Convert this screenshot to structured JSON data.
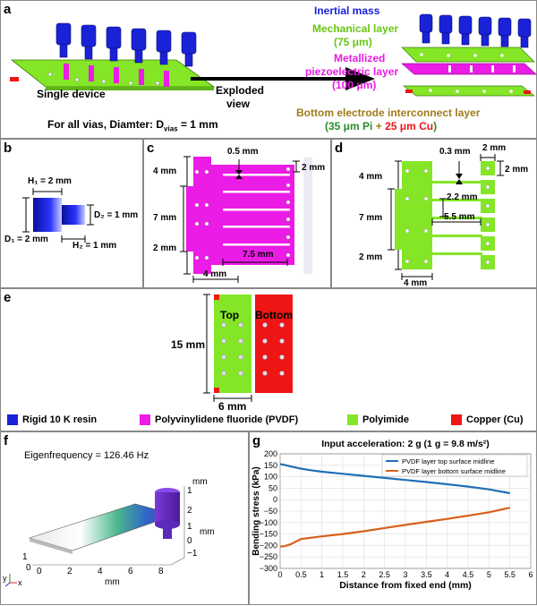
{
  "panels": {
    "a": {
      "label": "a",
      "inertial_mass": "Inertial mass",
      "mechanical_layer": "Mechanical layer",
      "mechanical_thickness": "(75 μm)",
      "metallized": "Metallized",
      "piezo_layer": "piezoelectric layer",
      "piezo_thickness": "(100 μm)",
      "single_device": "Single device",
      "exploded": "Exploded",
      "view": "view",
      "vias_note": "For all vias, Diamter: D",
      "vias_sub": "vias",
      "vias_value": " = 1 mm",
      "bottom_layer": "Bottom electrode interconnect layer",
      "bottom_thickness_open": "(",
      "bottom_thickness_pi": "35 μm Pi",
      "bottom_thickness_plus": " + ",
      "bottom_thickness_cu": "25 μm Cu",
      "bottom_thickness_close": ")"
    },
    "b": {
      "label": "b",
      "h1": "H₁ = 2 mm",
      "d2": "D₂ = 1 mm",
      "d1": "D₁ = 2 mm",
      "h2": "H₂ = 1 mm"
    },
    "c": {
      "label": "c",
      "gap": "0.5 mm",
      "top": "4 mm",
      "right": "2 mm",
      "height": "7 mm",
      "bottom": "2 mm",
      "finger": "7.5 mm",
      "width": "4 mm"
    },
    "d": {
      "label": "d",
      "gap": "0.3 mm",
      "pad_w": "2 mm",
      "pad_h": "2 mm",
      "top": "4 mm",
      "spacing": "2.2 mm",
      "height": "7 mm",
      "finger": "5.5 mm",
      "bottom": "2 mm",
      "width": "4 mm"
    },
    "e": {
      "label": "e",
      "top_label": "Top",
      "bottom_label": "Bottom",
      "length": "15 mm",
      "width": "6 mm"
    },
    "f": {
      "label": "f",
      "eigen": "Eigenfrequency = 126.46 Hz",
      "unit_mm": "mm",
      "ticks_x": [
        "0",
        "2",
        "4",
        "6",
        "8"
      ],
      "ticks_y": [
        "0",
        "1"
      ],
      "ticks_z": [
        "1",
        "2",
        "1",
        "0",
        "−1"
      ],
      "x_unit": "mm",
      "axis_x": "x",
      "axis_y": "y"
    },
    "g": {
      "label": "g"
    }
  },
  "legend": [
    {
      "label": "Rigid 10 K resin",
      "color": "#1a22d8"
    },
    {
      "label": "Polyvinylidene fluoride (PVDF)",
      "color": "#ea1ce5"
    },
    {
      "label": "Polyimide",
      "color": "#84e626"
    },
    {
      "label": "Copper (Cu)",
      "color": "#ee1515"
    }
  ],
  "colors": {
    "resin": "#1a22d8",
    "pvdf": "#ea1ce5",
    "polyimide": "#84e626",
    "copper": "#ee1515",
    "bottom_layer_title": "#a07a1a",
    "pi_text": "#2a8a2a"
  },
  "chart_data": {
    "type": "line",
    "title": "Input acceleration: 2 g (1 g = 9.8 m/s²)",
    "xlabel": "Distance from fixed end (mm)",
    "ylabel": "Bending stress (kPa)",
    "xlim": [
      0,
      6
    ],
    "ylim": [
      -300,
      200
    ],
    "xticks": [
      0,
      0.5,
      1,
      1.5,
      2,
      2.5,
      3,
      3.5,
      4,
      4.5,
      5,
      5.5,
      6
    ],
    "yticks": [
      200,
      150,
      100,
      50,
      0,
      -50,
      -100,
      -150,
      -200,
      -250,
      -300
    ],
    "grid": true,
    "legend_position": "top-right",
    "series": [
      {
        "name": "PVDF layer top surface midline",
        "color": "#1f6fb4",
        "x": [
          0,
          0.1,
          0.25,
          0.5,
          0.75,
          1,
          1.5,
          2,
          2.5,
          3,
          3.5,
          4,
          4.5,
          5,
          5.5
        ],
        "y": [
          155,
          152,
          145,
          135,
          128,
          122,
          113,
          104,
          95,
          86,
          77,
          67,
          57,
          45,
          28
        ]
      },
      {
        "name": "PVDF layer bottom surface midline",
        "color": "#d8601b",
        "x": [
          0,
          0.1,
          0.25,
          0.5,
          0.75,
          1,
          1.5,
          2,
          2.5,
          3,
          3.5,
          4,
          4.5,
          5,
          5.5
        ],
        "y": [
          -205,
          -203,
          -195,
          -172,
          -166,
          -160,
          -150,
          -138,
          -124,
          -110,
          -97,
          -84,
          -70,
          -55,
          -35
        ]
      }
    ]
  }
}
